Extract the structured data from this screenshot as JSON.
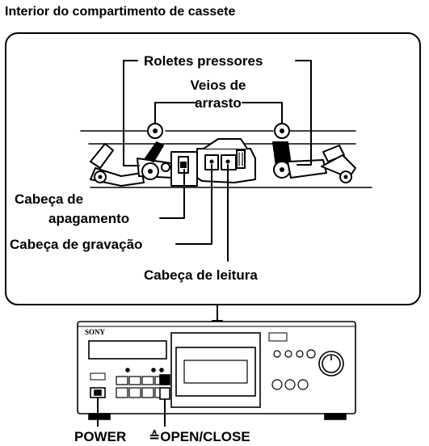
{
  "title": "Interior do compartimento de cassete",
  "labels": {
    "pinch_rollers": "Roletes pressores",
    "capstans_line1": "Veios de",
    "capstans_line2": "arrasto",
    "erase_head_line1": "Cabeça de",
    "erase_head_line2": "apagamento",
    "record_head": "Cabeça de gravação",
    "playback_head": "Cabeça de leitura"
  },
  "deck": {
    "brand": "SONY",
    "power_label": "POWER",
    "open_close_label": "≙OPEN/CLOSE"
  }
}
